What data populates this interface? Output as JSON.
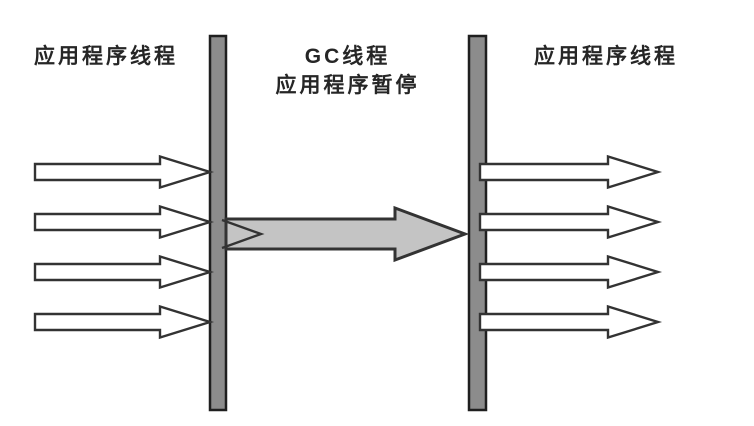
{
  "diagram": {
    "labels": {
      "left_threads": "应用程序线程",
      "middle_line1": "GC线程",
      "middle_line2": "应用程序暂停",
      "right_threads": "应用程序线程"
    },
    "left_app_thread_arrow_count": 4,
    "right_app_thread_arrow_count": 4,
    "gc_arrow_count": 1,
    "colors": {
      "background": "#ffffff",
      "bar_fill": "#8c8c8c",
      "bar_border": "#1f1f1f",
      "thread_arrow_fill": "#ffffff",
      "arrow_outline": "#333333",
      "gc_arrow_fill": "#c4c4c4",
      "text": "#262626"
    }
  }
}
